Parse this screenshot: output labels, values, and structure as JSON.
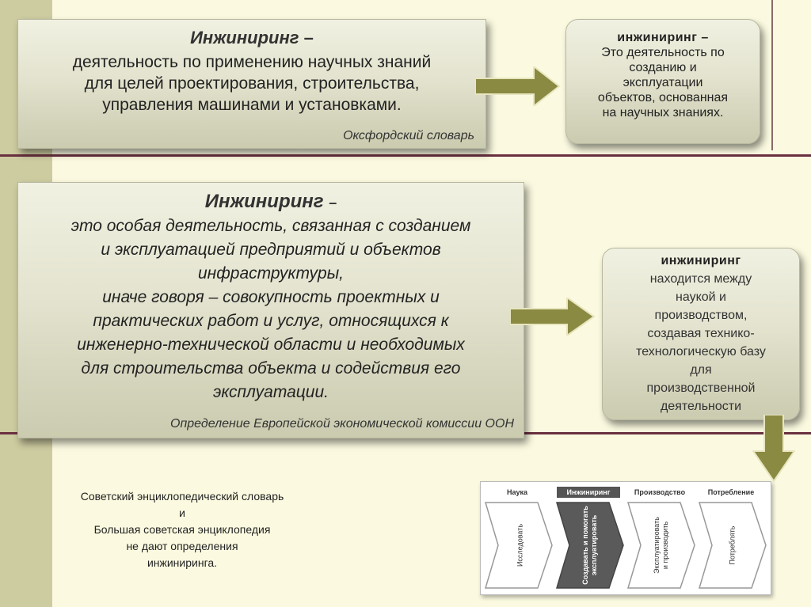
{
  "box1": {
    "title": "Инжиниринг",
    "dash": "–",
    "lines": [
      "деятельность по применению научных знаний",
      "для целей проектирования, строительства,",
      "управления машинами и установками."
    ],
    "source": "Оксфордский словарь"
  },
  "box2": {
    "title": "инжиниринг –",
    "lines": [
      "Это деятельность по",
      "созданию и",
      "эксплуатации",
      "объектов, основанная",
      "на научных знаниях."
    ]
  },
  "box3": {
    "title": "Инжиниринг",
    "dash": "–",
    "lines": [
      "это особая деятельность, связанная с созданием",
      "и эксплуатацией предприятий и объектов",
      "инфраструктуры,",
      "иначе говоря – совокупность проектных и",
      "практических работ и услуг, относящихся к",
      "инженерно-технической области и необходимых",
      "для строительства объекта и содействия его",
      "эксплуатации."
    ],
    "source": "Определение Европейской экономической комиссии ООН"
  },
  "box4": {
    "title": "инжиниринг",
    "lines": [
      "находится между",
      "наукой и",
      "производством,",
      "создавая технико-",
      "технологическую базу",
      "для",
      "производственной",
      "деятельности"
    ]
  },
  "note": {
    "lines": [
      "Советский энциклопедический словарь",
      "и",
      "Большая советская энциклопедия",
      "не дают определения",
      "инжиниринга."
    ]
  },
  "diagram": {
    "stages": [
      {
        "label": "Наука",
        "text": [
          "Исследовать"
        ]
      },
      {
        "label": "Инжиниринг",
        "text": [
          "Создавать и помогать",
          "эксплуатировать"
        ]
      },
      {
        "label": "Производство",
        "text": [
          "Эксплуатировать",
          "и производить"
        ]
      },
      {
        "label": "Потребление",
        "text": [
          "Потреблять"
        ]
      }
    ]
  },
  "colors": {
    "arrow_fill": "#8b8a42",
    "highlight_stage": "#555555",
    "box_bg": "#e3e3cf"
  }
}
